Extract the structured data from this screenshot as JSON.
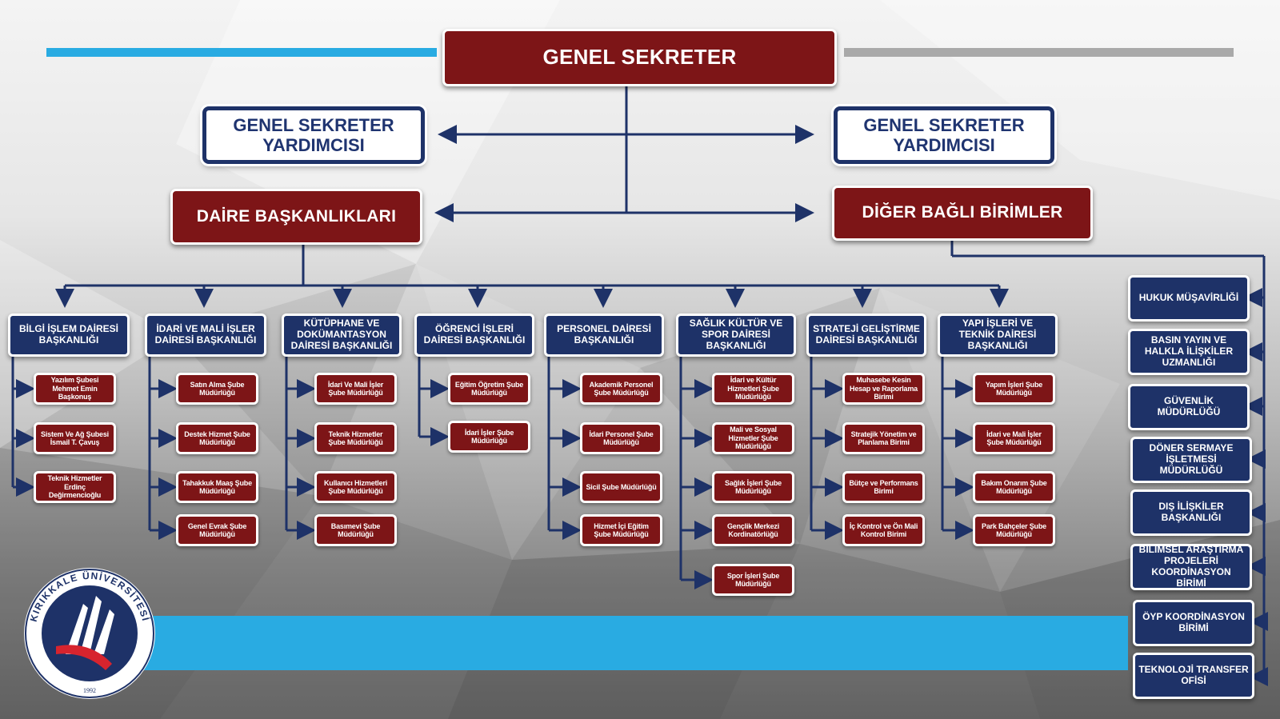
{
  "top": {
    "title": "GENEL SEKRETER"
  },
  "deputies": [
    {
      "label": "GENEL SEKRETER YARDIMCISI"
    },
    {
      "label": "GENEL SEKRETER YARDIMCISI"
    }
  ],
  "groups": {
    "left": "DAİRE BAŞKANLIKLARI",
    "right": "DİĞER BAĞLI BİRİMLER"
  },
  "departments": [
    {
      "title": "BİLGİ İŞLEM DAİRESİ BAŞKANLIĞI",
      "units": [
        "Yazılım Şubesi Mehmet Emin Başkonuş",
        "Sistem Ve Ağ Şubesi İsmail T. Çavuş",
        "Teknik Hizmetler Erdinç Değirmencioğlu"
      ]
    },
    {
      "title": "İDARİ VE MALİ İŞLER DAİRESİ BAŞKANLIĞI",
      "units": [
        "Satın Alma Şube Müdürlüğü",
        "Destek Hizmet Şube Müdürlüğü",
        "Tahakkuk Maaş Şube Müdürlüğü",
        "Genel Evrak Şube Müdürlüğü"
      ]
    },
    {
      "title": "KÜTÜPHANE VE DOKÜMANTASYON DAİRESİ BAŞKANLIĞI",
      "units": [
        "İdari Ve Mali İşler Şube Müdürlüğü",
        "Teknik Hizmetler Şube Müdürlüğü",
        "Kullanıcı Hizmetleri Şube Müdürlüğü",
        "Basımevi Şube Müdürlüğü"
      ]
    },
    {
      "title": "ÖĞRENCİ İŞLERİ DAİRESİ BAŞKANLIĞI",
      "units": [
        "Eğitim Öğretim Şube Müdürlüğü",
        "İdari İşler Şube Müdürlüğü"
      ]
    },
    {
      "title": "PERSONEL DAİRESİ BAŞKANLIĞI",
      "units": [
        "Akademik Personel Şube Müdürlüğü",
        "İdari Personel Şube Müdürlüğü",
        "Sicil Şube Müdürlüğü",
        "Hizmet İçi Eğitim Şube Müdürlüğü"
      ]
    },
    {
      "title": "SAĞLIK KÜLTÜR VE SPOR DAİRESİ BAŞKANLIĞI",
      "units": [
        "İdari ve Kültür Hizmetleri Şube Müdürlüğü",
        "Mali ve Sosyal Hizmetler Şube Müdürlüğü",
        "Sağlık İşleri Şube Müdürlüğü",
        "Gençlik Merkezi Kordinatörlüğü",
        "Spor İşleri Şube Müdürlüğü"
      ]
    },
    {
      "title": "STRATEJİ GELİŞTİRME DAİRESİ BAŞKANLIĞI",
      "units": [
        "Muhasebe Kesin Hesap ve Raporlama Birimi",
        "Stratejik Yönetim ve Planlama Birimi",
        "Bütçe ve Performans Birimi",
        "İç Kontrol ve Ön Mali Kontrol Birimi"
      ]
    },
    {
      "title": "YAPI İŞLERİ VE TEKNİK DAİRESİ BAŞKANLIĞI",
      "units": [
        "Yapım İşleri Şube Müdürlüğü",
        "İdari ve Mali İşler Şube Müdürlüğü",
        "Bakım Onarım Şube Müdürlüğü",
        "Park Bahçeler Şube Müdürlüğü"
      ]
    }
  ],
  "other_units": [
    "HUKUK MÜŞAVİRLİĞİ",
    "BASIN YAYIN VE HALKLA İLİŞKİLER UZMANLIĞI",
    "GÜVENLİK MÜDÜRLÜĞÜ",
    "DÖNER SERMAYE İŞLETMESİ MÜDÜRLÜĞÜ",
    "DIŞ İLİŞKİLER BAŞKANLIĞI",
    "BİLİMSEL ARAŞTIRMA PROJELERİ KOORDİNASYON BİRİMİ",
    "ÖYP KOORDİNASYON BİRİMİ",
    "TEKNOLOJİ TRANSFER OFİSİ"
  ],
  "logo": {
    "text": "KIRIKKALE ÜNİVERSİTESİ",
    "year": "1992"
  },
  "colors": {
    "red": "#7d1517",
    "navy": "#1e3268",
    "accent_blue": "#29abe2",
    "accent_gray": "#a9a9a9"
  }
}
